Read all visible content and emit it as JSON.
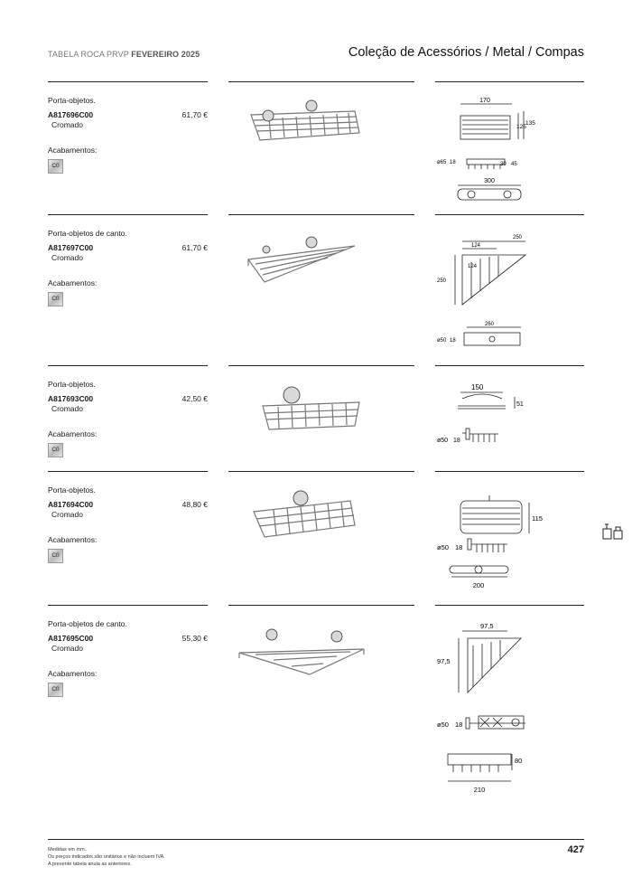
{
  "header": {
    "left_prefix": "TABELA ROCA PRVP",
    "left_bold": "FEVEREIRO 2025",
    "title": "Coleção de Acessórios / Metal / Compas"
  },
  "products": [
    {
      "description": "Porta-objetos.",
      "code": "A817696C00",
      "finish": "Cromado",
      "price": "61,70 €",
      "finishes_label": "Acabamentos:",
      "chip": "C0",
      "dims": {
        "a": "170",
        "b": "125",
        "c": "135",
        "d": "ø65",
        "e": "18",
        "f": "30",
        "g": "45",
        "h": "300"
      }
    },
    {
      "description": "Porta-objetos de canto.",
      "code": "A817697C00",
      "finish": "Cromado",
      "price": "61,70 €",
      "finishes_label": "Acabamentos:",
      "chip": "C0",
      "dims": {
        "a": "250",
        "b": "124",
        "c": "124",
        "d": "250",
        "e": "260",
        "f": "ø50",
        "g": "18"
      }
    },
    {
      "description": "Porta-objetos.",
      "code": "A817693C00",
      "finish": "Cromado",
      "price": "42,50 €",
      "finishes_label": "Acabamentos:",
      "chip": "C0",
      "dims": {
        "a": "150",
        "b": "51",
        "c": "ø50",
        "d": "18"
      }
    },
    {
      "description": "Porta-objetos.",
      "code": "A817694C00",
      "finish": "Cromado",
      "price": "48,80 €",
      "finishes_label": "Acabamentos:",
      "chip": "C0",
      "dims": {
        "a": "115",
        "b": "ø50",
        "c": "18",
        "d": "200"
      }
    },
    {
      "description": "Porta-objetos de canto.",
      "code": "A817695C00",
      "finish": "Cromado",
      "price": "55,30 €",
      "finishes_label": "Acabamentos:",
      "chip": "C0",
      "dims": {
        "a": "97,5",
        "b": "97,5",
        "c": "ø50",
        "d": "18",
        "e": "80",
        "f": "210"
      }
    }
  ],
  "footer": {
    "note1": "Medidas em mm..",
    "note2": "Os preços indicados são unitários e não incluem IVA.",
    "note3": "A presente tabela anula as anteriores.",
    "page": "427"
  }
}
